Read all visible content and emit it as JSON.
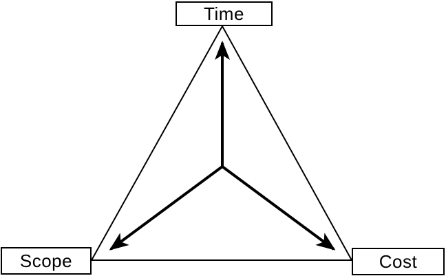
{
  "diagram": {
    "name": "project-triangle",
    "shape": "triangle",
    "nodes": [
      {
        "id": "time",
        "label": "Time",
        "position": "top"
      },
      {
        "id": "scope",
        "label": "Scope",
        "position": "bottom-left"
      },
      {
        "id": "cost",
        "label": "Cost",
        "position": "bottom-right"
      }
    ],
    "edges": [
      {
        "from": "center",
        "to": "time",
        "type": "arrow"
      },
      {
        "from": "center",
        "to": "scope",
        "type": "arrow"
      },
      {
        "from": "center",
        "to": "cost",
        "type": "arrow"
      }
    ],
    "colors": {
      "line": "#000000",
      "box_border": "#000000",
      "box_fill": "#ffffff",
      "text": "#000000",
      "background": "#ffffff"
    }
  }
}
